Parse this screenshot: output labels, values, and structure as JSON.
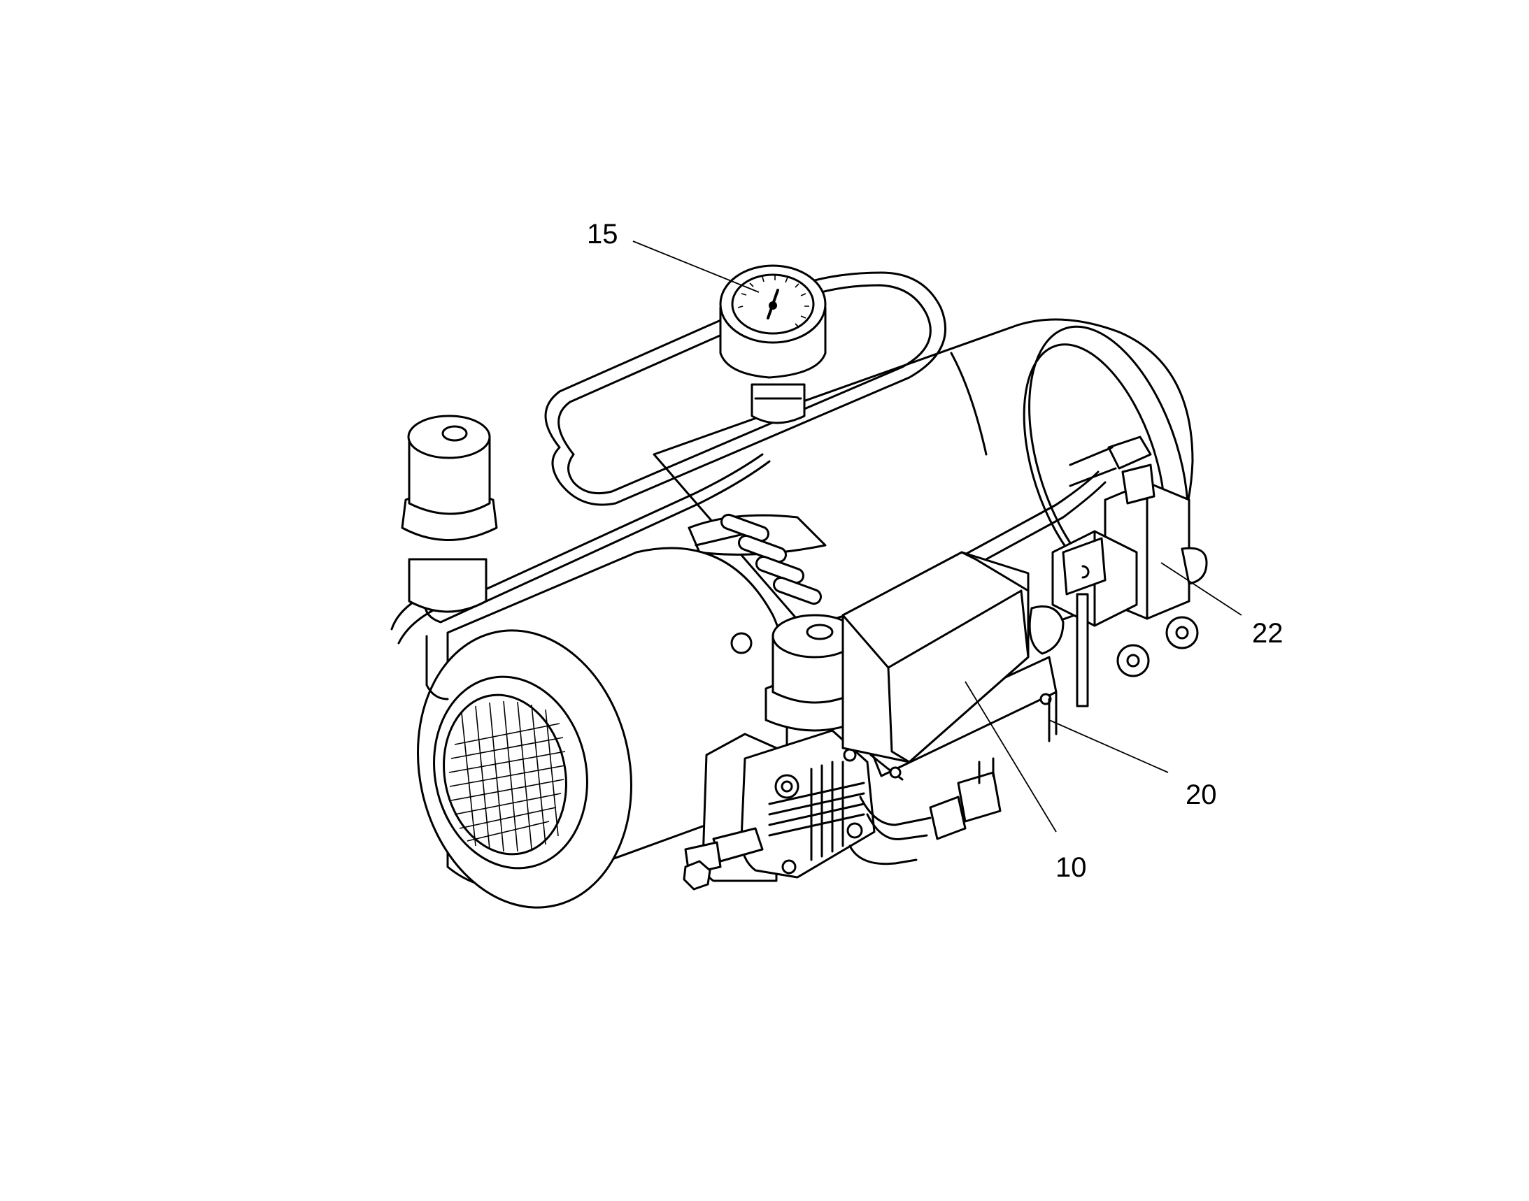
{
  "figure": {
    "callouts": [
      {
        "id": "c15",
        "label": "15"
      },
      {
        "id": "c22",
        "label": "22"
      },
      {
        "id": "c20",
        "label": "20"
      },
      {
        "id": "c10",
        "label": "10"
      }
    ]
  },
  "colors": {
    "line": "#000000",
    "background": "#ffffff"
  }
}
